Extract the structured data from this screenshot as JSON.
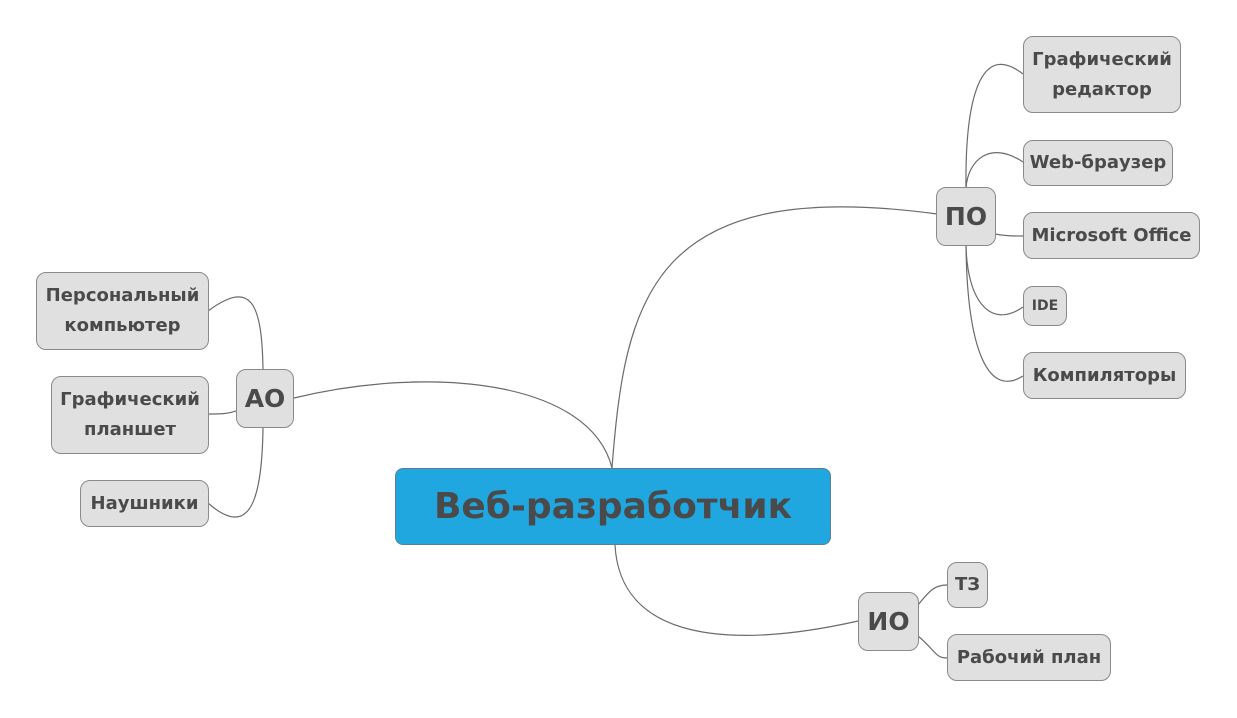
{
  "root": {
    "label": "Веб-разработчик"
  },
  "branches": {
    "ao": {
      "label": "АО",
      "children": [
        "Персональный\nкомпьютер",
        "Графический\nпланшет",
        "Наушники"
      ]
    },
    "po": {
      "label": "ПО",
      "children": [
        "Графический\nредактор",
        "Web-браузер",
        "Microsoft Office",
        "IDE",
        "Компиляторы"
      ]
    },
    "io": {
      "label": "ИО",
      "children": [
        "ТЗ",
        "Рабочий план"
      ]
    }
  },
  "colors": {
    "root_fill": "#21a7e0",
    "node_fill": "#e0e0e0",
    "text": "#4a4a4a",
    "connector": "#6b6b6b"
  }
}
